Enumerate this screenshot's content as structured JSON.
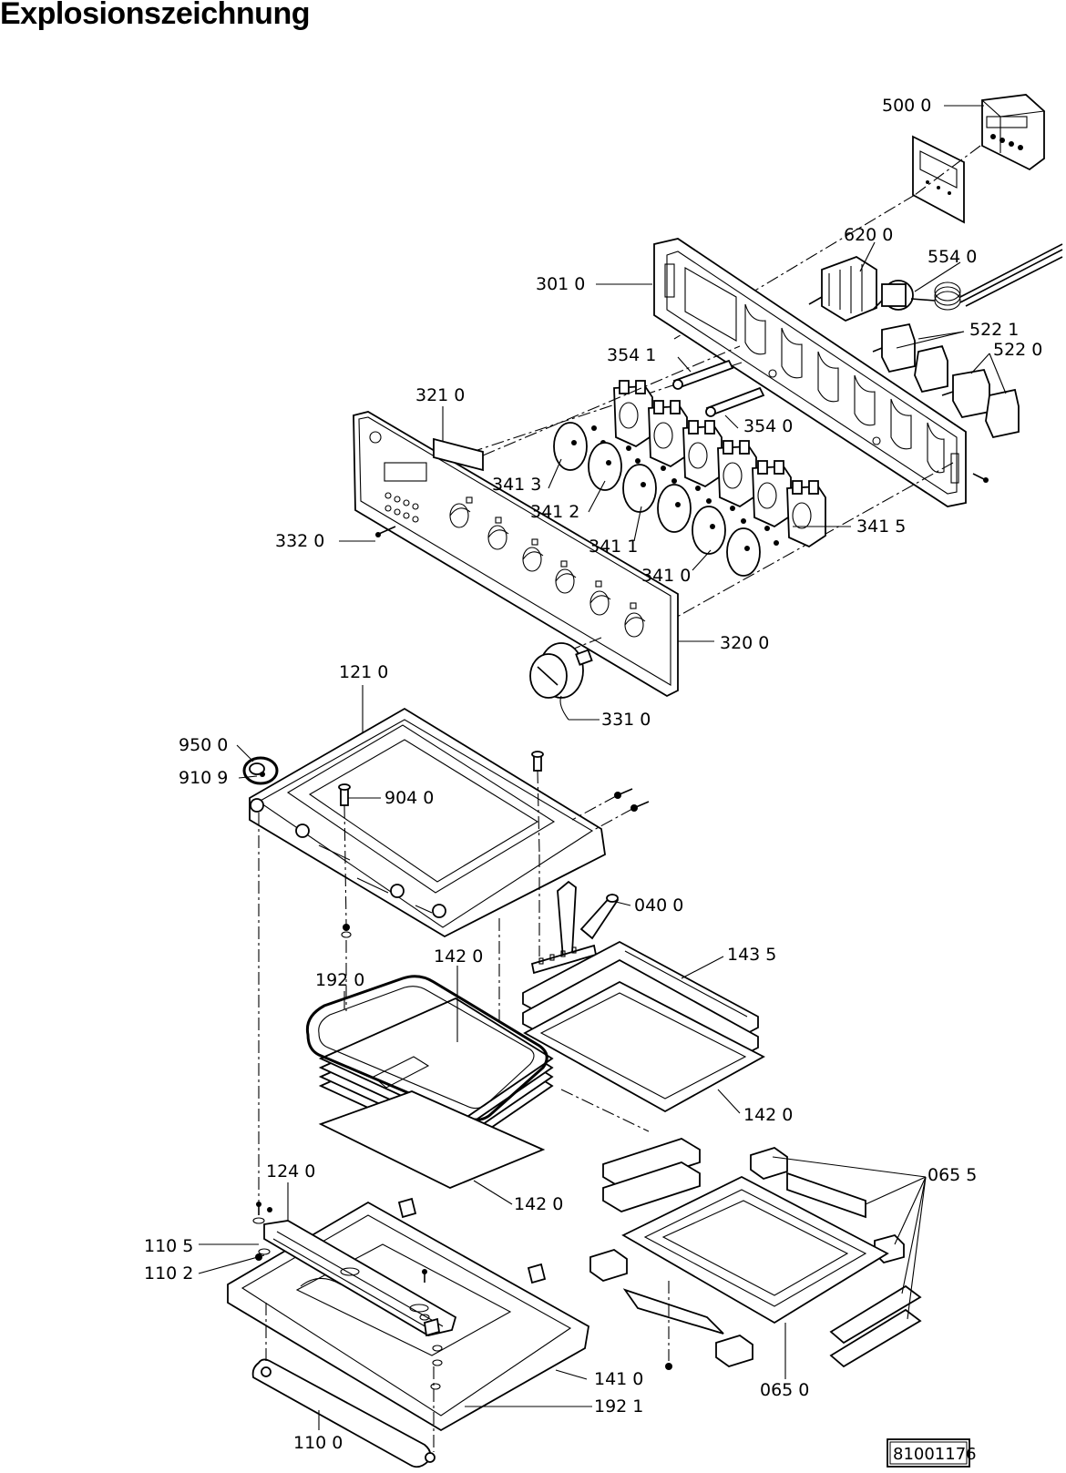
{
  "title": "Explosionszeichnung",
  "drawing_number": "81001176",
  "part_labels": {
    "p5000": "500 0",
    "p6200": "620 0",
    "p5540": "554 0",
    "p3010": "301 0",
    "p5221": "522 1",
    "p5220": "522 0",
    "p3541": "354 1",
    "p3540": "354 0",
    "p3210": "321 0",
    "p3413": "341 3",
    "p3412": "341 2",
    "p3411": "341 1",
    "p3410": "341 0",
    "p3415": "341 5",
    "p3320": "332 0",
    "p3200": "320 0",
    "p3310": "331 0",
    "p1210": "121 0",
    "p9500": "950 0",
    "p9109": "910 9",
    "p9040": "904 0",
    "p0400": "040 0",
    "p1435": "143 5",
    "p1920": "192 0",
    "p1420a": "142 0",
    "p1420b": "142 0",
    "p1420c": "142 0",
    "p0655": "065 5",
    "p1240": "124 0",
    "p1105": "110 5",
    "p1102": "110 2",
    "p1410": "141 0",
    "p1921": "192 1",
    "p0650": "065 0",
    "p1100": "110 0"
  }
}
